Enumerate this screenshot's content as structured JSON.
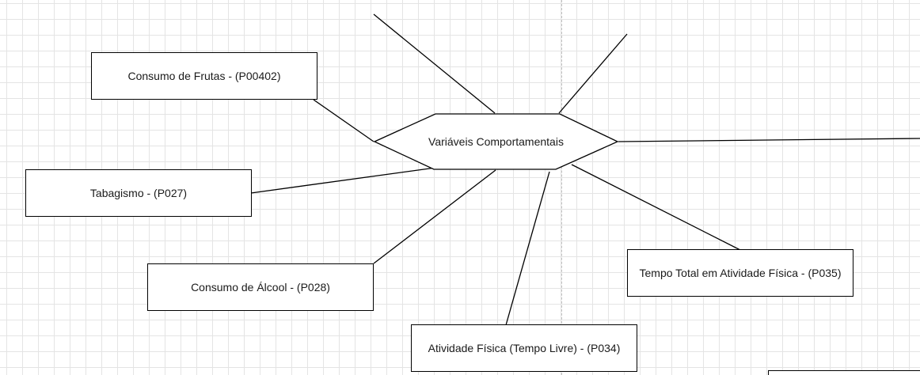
{
  "diagram": {
    "center": {
      "label": "Variáveis Comportamentais"
    },
    "nodes": [
      {
        "id": "frutas",
        "label": "Consumo de Frutas - (P00402)"
      },
      {
        "id": "tabagismo",
        "label": "Tabagismo - (P027)"
      },
      {
        "id": "alcool",
        "label": "Consumo de Álcool - (P028)"
      },
      {
        "id": "atividade-livre",
        "label": "Atividade Física (Tempo Livre) - (P034)"
      },
      {
        "id": "tempo-total",
        "label": "Tempo Total em Atividade Física - (P035)"
      }
    ]
  }
}
